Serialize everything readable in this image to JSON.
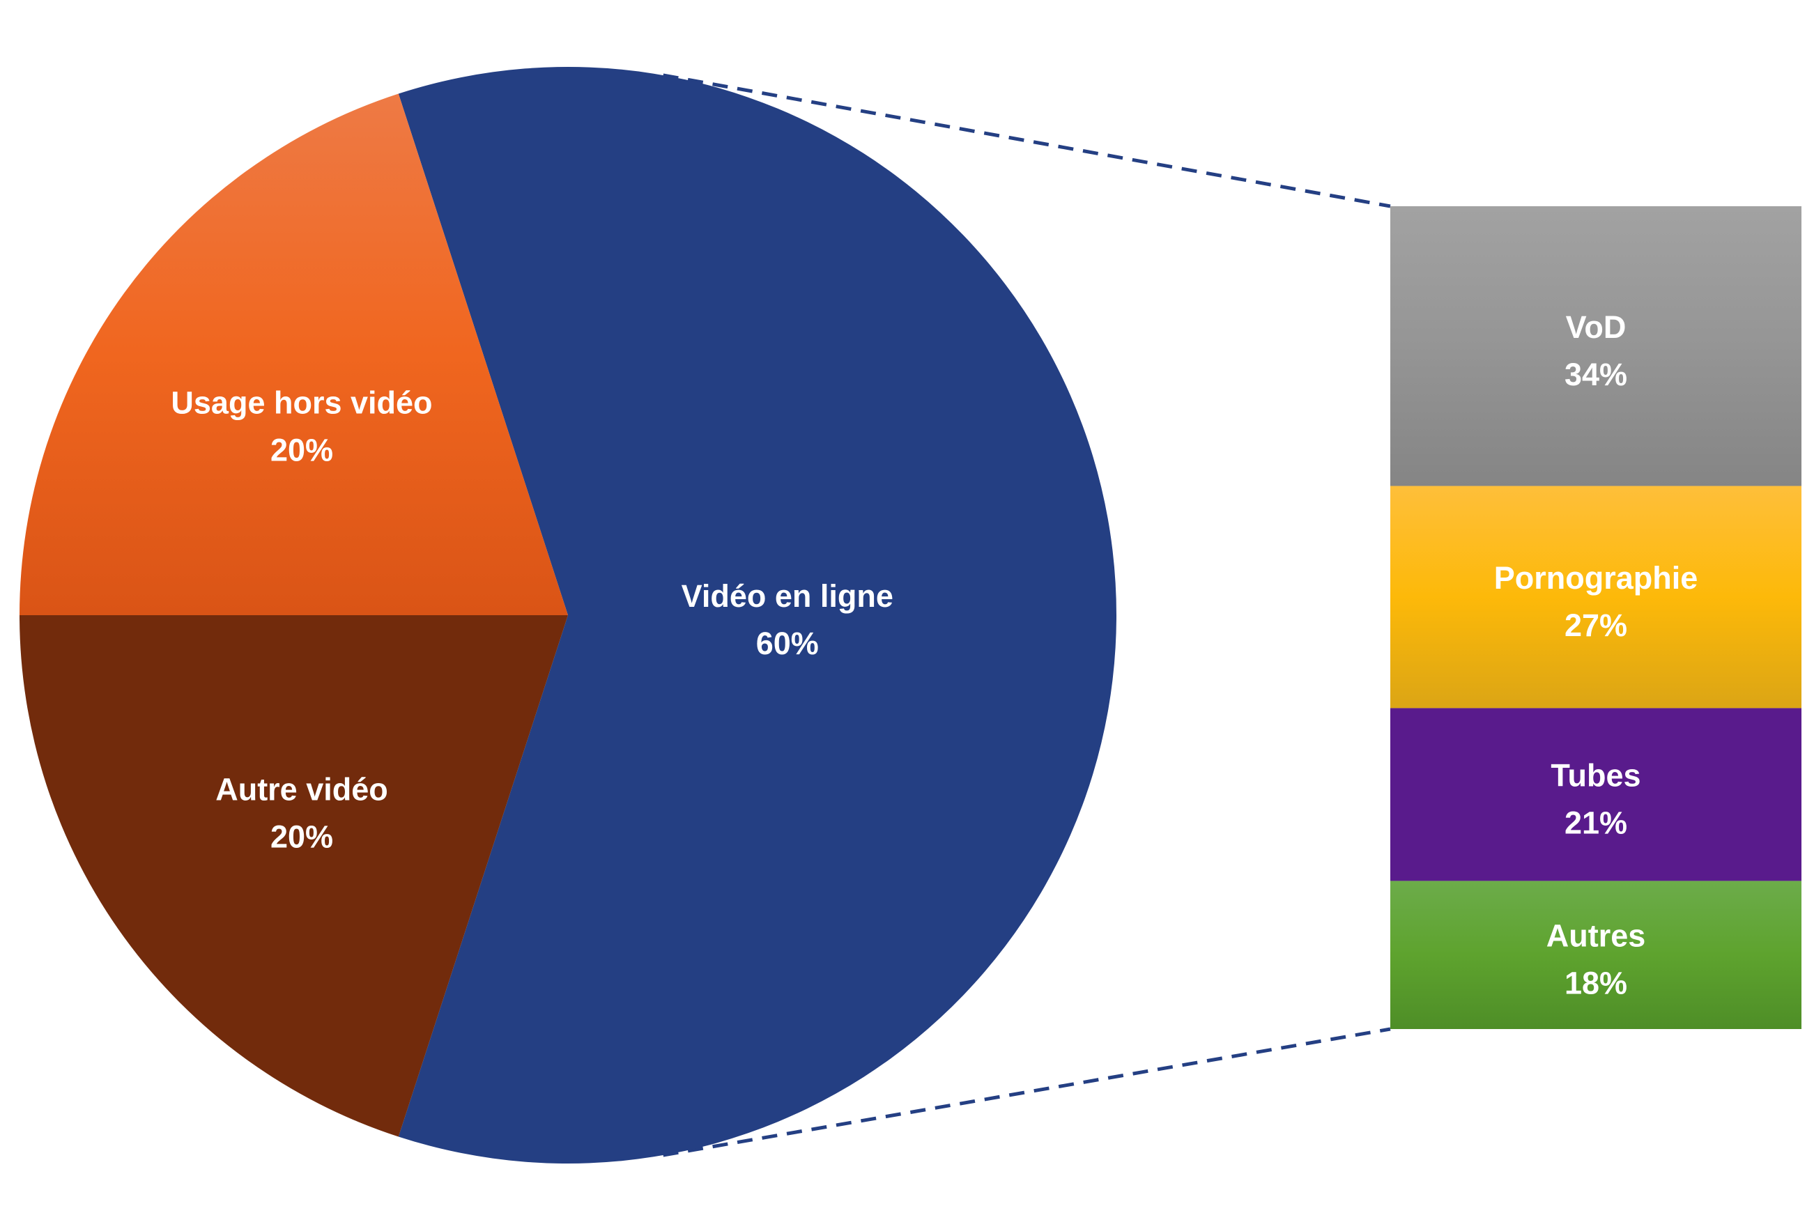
{
  "chart_data": {
    "type": "pie",
    "pie": {
      "slices": [
        {
          "label": "Vidéo en ligne",
          "value": 60,
          "value_label": "60%",
          "color": "#243F83"
        },
        {
          "label": "Autre vidéo",
          "value": 20,
          "value_label": "20%",
          "color": "#722B0C"
        },
        {
          "label": "Usage hors vidéo",
          "value": 20,
          "value_label": "20%",
          "color": "#EA6424"
        }
      ]
    },
    "breakdown": {
      "type": "stacked-bar",
      "of": "Vidéo en ligne",
      "segments": [
        {
          "label": "VoD",
          "value": 34,
          "value_label": "34%",
          "color": "#959595"
        },
        {
          "label": "Pornographie",
          "value": 27,
          "value_label": "27%",
          "color": "#FCBD13"
        },
        {
          "label": "Tubes",
          "value": 21,
          "value_label": "21%",
          "color": "#591B8C"
        },
        {
          "label": "Autres",
          "value": 18,
          "value_label": "18%",
          "color": "#5EA135"
        }
      ]
    },
    "connector": {
      "style": "dashed",
      "color": "#243F83"
    }
  }
}
